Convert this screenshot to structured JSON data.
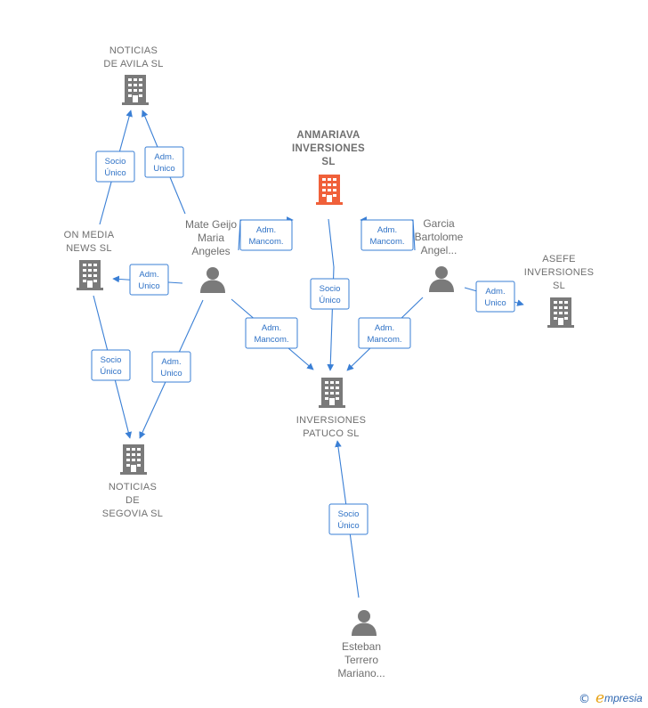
{
  "nodes": [
    {
      "id": "noticias_avila",
      "type": "company",
      "lines": [
        "NOTICIAS",
        "DE AVILA  SL"
      ],
      "highlight": false
    },
    {
      "id": "anmariava",
      "type": "company",
      "lines": [
        "ANMARIAVA",
        "INVERSIONES",
        "SL"
      ],
      "highlight": true
    },
    {
      "id": "on_media",
      "type": "company",
      "lines": [
        "ON MEDIA",
        "NEWS  SL"
      ],
      "highlight": false
    },
    {
      "id": "asefe",
      "type": "company",
      "lines": [
        "ASEFE",
        "INVERSIONES",
        "SL"
      ],
      "highlight": false
    },
    {
      "id": "patuco",
      "type": "company",
      "lines": [
        "INVERSIONES",
        "PATUCO  SL"
      ],
      "highlight": false
    },
    {
      "id": "segovia",
      "type": "company",
      "lines": [
        "NOTICIAS",
        "DE",
        "SEGOVIA SL"
      ],
      "highlight": false
    },
    {
      "id": "mate",
      "type": "person",
      "lines": [
        "Mate Geijo",
        "Maria",
        "Angeles"
      ]
    },
    {
      "id": "garcia",
      "type": "person",
      "lines": [
        "Garcia",
        "Bartolome",
        "Angel..."
      ]
    },
    {
      "id": "esteban",
      "type": "person",
      "lines": [
        "Esteban",
        "Terrero",
        "Mariano..."
      ]
    }
  ],
  "edges": [
    {
      "id": "e1",
      "lines": [
        "Socio",
        "Único"
      ]
    },
    {
      "id": "e2",
      "lines": [
        "Adm.",
        "Unico"
      ]
    },
    {
      "id": "e3",
      "lines": [
        "Adm.",
        "Mancom."
      ]
    },
    {
      "id": "e4",
      "lines": [
        "Adm.",
        "Unico"
      ]
    },
    {
      "id": "e5",
      "lines": [
        "Socio",
        "Único"
      ]
    },
    {
      "id": "e6",
      "lines": [
        "Adm.",
        "Mancom."
      ]
    },
    {
      "id": "e7",
      "lines": [
        "Adm.",
        "Unico"
      ]
    },
    {
      "id": "e8",
      "lines": [
        "Socio",
        "Único"
      ]
    },
    {
      "id": "e9",
      "lines": [
        "Adm.",
        "Mancom."
      ]
    },
    {
      "id": "e10",
      "lines": [
        "Adm.",
        "Mancom."
      ]
    },
    {
      "id": "e11",
      "lines": [
        "Socio",
        "Único"
      ]
    }
  ],
  "colors": {
    "company": "#7a7a7a",
    "highlight": "#f0603a",
    "person": "#7a7a7a",
    "edge": "#3a7fd5"
  },
  "brand": {
    "copyright": "©",
    "first_letter": "e",
    "rest": "mpresia"
  }
}
